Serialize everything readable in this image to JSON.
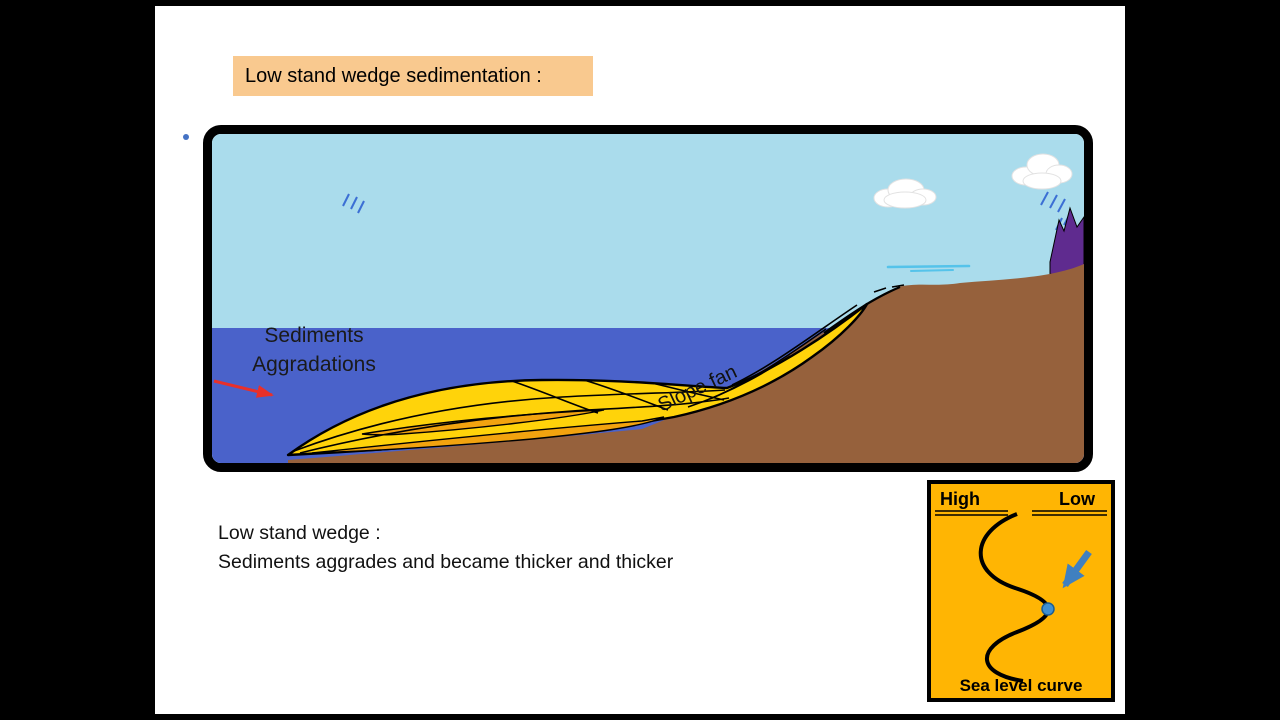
{
  "slide": {
    "title": "Low stand wedge sedimentation :",
    "caption": {
      "line1": "Low stand wedge :",
      "line2": "Sediments aggrades and became thicker and thicker"
    }
  },
  "diagram": {
    "labels": {
      "sediments_line1": "Sediments",
      "sediments_line2": "Aggradations",
      "slope_fan": "Slope fan"
    }
  },
  "inset": {
    "high": "High",
    "low": "Low",
    "caption": "Sea level curve"
  },
  "colors": {
    "title_bg": "#f9c98f",
    "sky": "#aadcec",
    "sea": "#4a62ca",
    "land": "#96613c",
    "wedge_yellow": "#ffd30a",
    "wedge_orange": "#f2a30f",
    "inset_bg": "#ffb503",
    "arrow_red": "#e8302a",
    "arrow_blue": "#4080c0",
    "mountain": "#5f2b8f",
    "rain": "#3b6fd4",
    "shore_water": "#55c3ea",
    "cloud": "#ffffff",
    "bullet": "#4472c4",
    "curve_dot": "#3f8fd0"
  }
}
